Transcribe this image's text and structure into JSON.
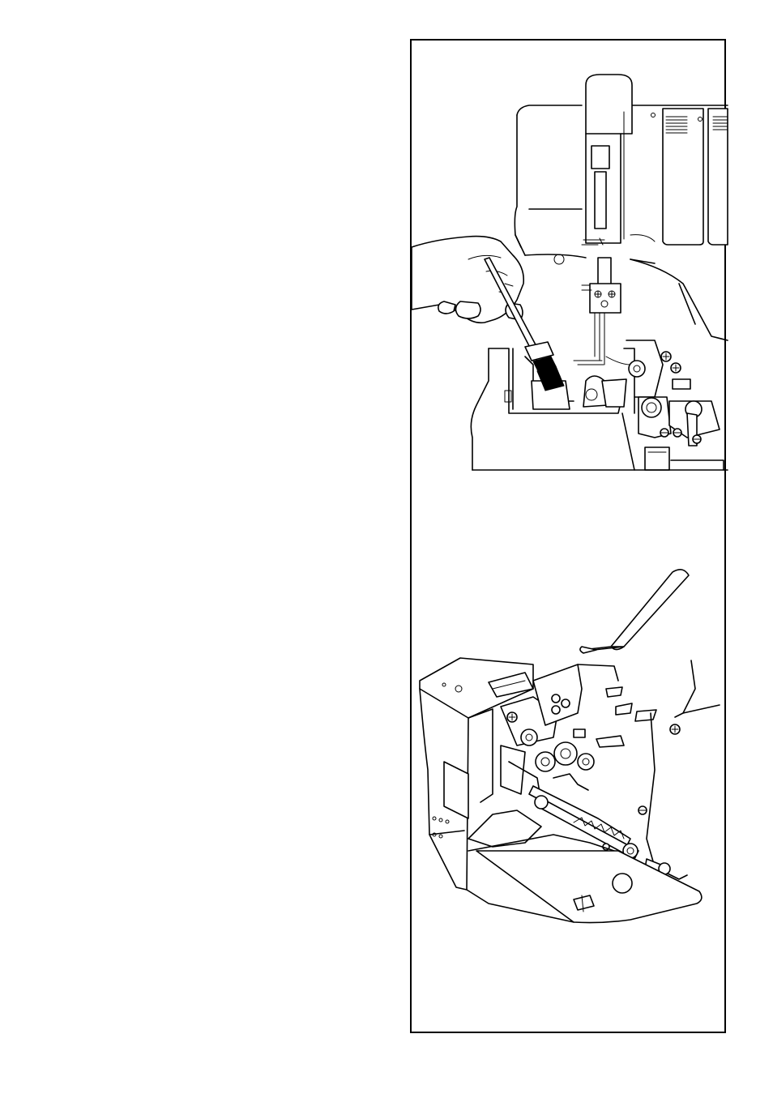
{
  "page": {
    "background": "#ffffff",
    "line_color": "#000000"
  },
  "figures": [
    {
      "id": "cleaning-with-brush",
      "icon": "sewing-machine-brush-illustration"
    },
    {
      "id": "oiling-mechanism",
      "icon": "sewing-machine-oiler-illustration"
    }
  ]
}
